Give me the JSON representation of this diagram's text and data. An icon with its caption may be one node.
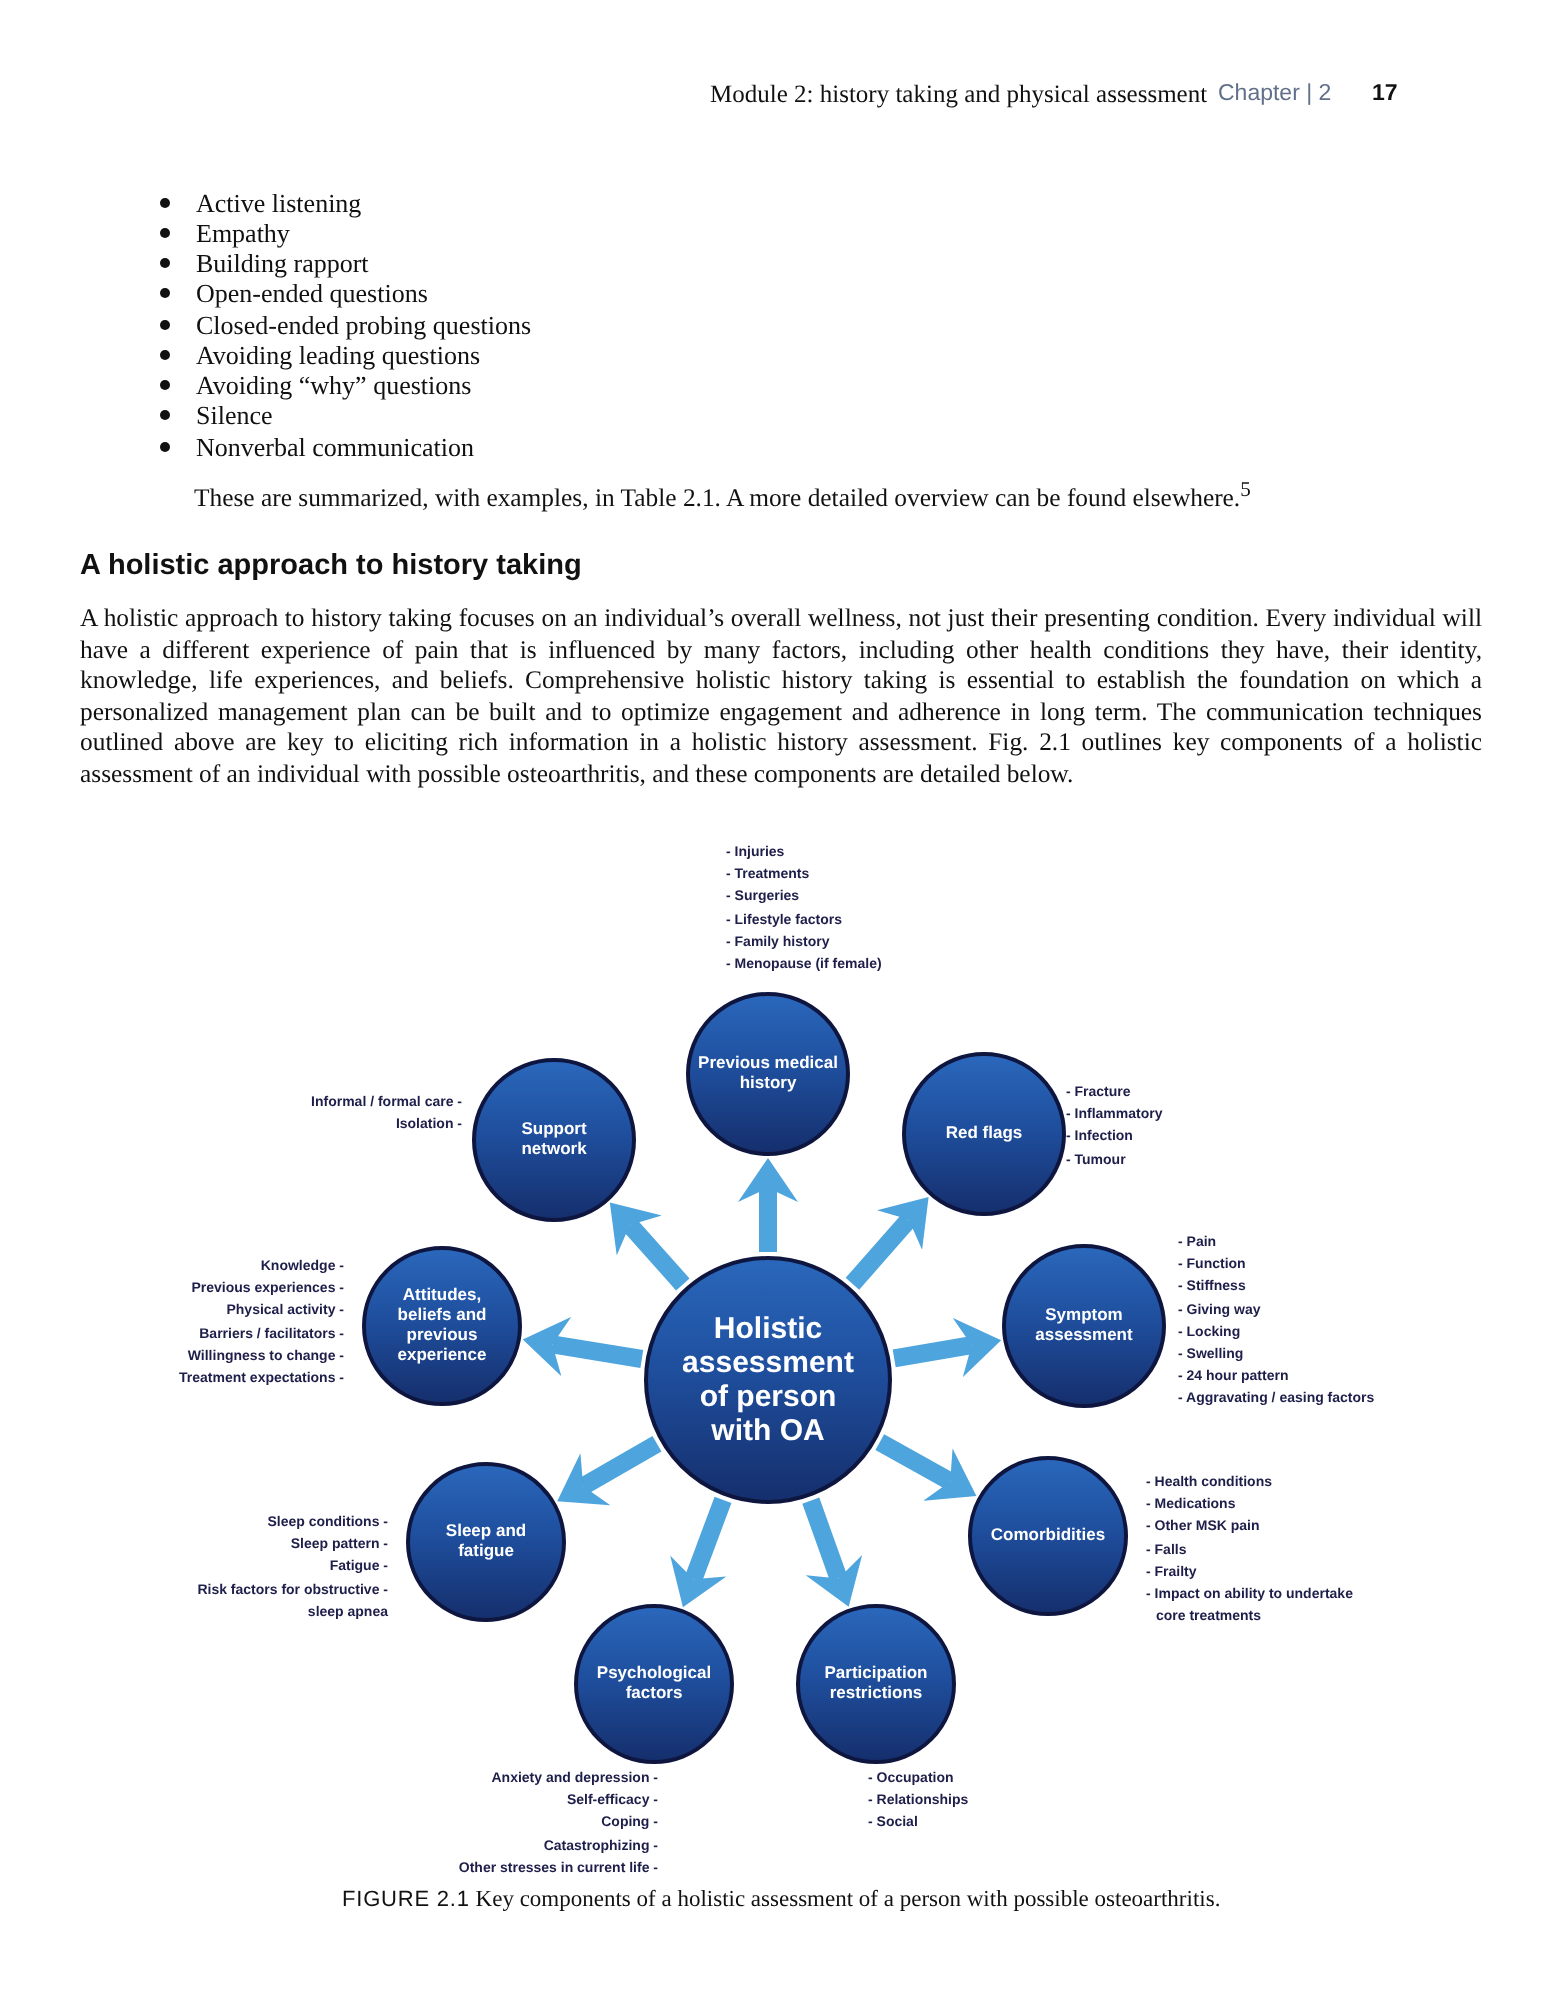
{
  "diagram": {
    "caption": "**FIGURE 2.1** Key components of a holistic assessment of a person with possible osteoarthritis.",
    "nodes": [
      {
        "text": [
          "Previous medical history"
        ],
        "beside": [
          "- Injuries",
          "- Treatments",
          "- Surgeries",
          "- Lifestyle factors",
          "- Family history",
          "- Menopause (if female)"
        ]
      },
      {
        "text": [
          "Support network"
        ],
        "beside": [
          "Informal / formal care -",
          "Isolation -"
        ]
      },
      {
        "text": [
          "Red flags"
        ],
        "beside": [
          "- Fracture",
          "- Inflammatory",
          "- Infection",
          "- Tumour"
        ]
      },
      {
        "text": [
          "Attitudes, beliefs and previous experience"
        ],
        "beside": [
          "Knowledge -",
          "Previous experiences -",
          "Physical activity -",
          "Barriers / facilitators -",
          "Willingness to change -",
          "Treatment expectations -"
        ]
      },
      {
        "text": [
          "Symptom assessment"
        ],
        "beside": [
          "- Pain",
          "- Function",
          "- Stiffness",
          "- Giving way",
          "- Locking",
          "- Swelling",
          "- 24 hour pattern",
          "- Aggravating / easing factors"
        ]
      },
      {
        "text": [
          "Holistic assessment of person with OA"
        ]
      },
      {
        "text": [
          "Sleep and fatigue"
        ],
        "beside": [
          "Sleep conditions -",
          "Sleep pattern -",
          "Fatigue -",
          "Risk factors for obstructive - sleep apnea"
        ]
      },
      {
        "text": [
          "Comorbidities"
        ],
        "beside": [
          "- Health conditions",
          "- Medications",
          "- Other MSK pain",
          "- Falls",
          "- Frailty",
          "- Impact on ability to undertake core treatments"
        ]
      },
      {
        "text": [
          "Psychological factors"
        ],
        "beside": [
          "Anxiety and depression -",
          "Self-efficacy -",
          "Coping -",
          "Catastrophizing -",
          "Other stresses in current life -"
        ]
      },
      {
        "text": [
          "Participation restrictions"
        ],
        "beside": [
          "- Occupation",
          "- Relationships",
          "- Social"
        ]
      }
    ],
    "edges": [
      {
        "from": 5,
        "to": 0,
        "arrow": "to"
      },
      {
        "from": 5,
        "to": 1,
        "arrow": "to"
      },
      {
        "from": 5,
        "to": 2,
        "arrow": "to"
      },
      {
        "from": 5,
        "to": 3,
        "arrow": "to"
      },
      {
        "from": 5,
        "to": 4,
        "arrow": "to"
      },
      {
        "from": 5,
        "to": 6,
        "arrow": "to"
      },
      {
        "from": 5,
        "to": 7,
        "arrow": "to"
      },
      {
        "from": 5,
        "to": 8,
        "arrow": "to"
      },
      {
        "from": 5,
        "to": 9,
        "arrow": "to"
      }
    ],
    "labels": [
      "Module 2: history taking and physical assessment",
      "Chapter | 2",
      "17",
      "Active listening",
      "Empathy",
      "Building rapport",
      "Open-ended questions",
      "Closed-ended probing questions",
      "Avoiding leading questions",
      "Avoiding “why” questions",
      "Silence",
      "Nonverbal communication",
      "These are summarized, with examples, in Table 2.1. A more detailed overview can be found elsewhere.$^{5}$",
      "A holistic approach to history taking",
      "A holistic approach to history taking focuses on an individual’s overall wellness, not just their presenting condition. Every individual will have a different experience of pain that is influenced by many factors, including other health conditions they have, their identity, knowledge, life experiences, and beliefs. Comprehensive holistic history taking is essential to establish the foundation on which a personalized management plan can be built and to optimize engagement and adherence in long term. The communication techniques outlined above are key to eliciting rich information in a holistic history assessment. Fig. 2.1 outlines key components of a holistic assessment of an individual with possible osteoarthritis, and these components are detailed below."
    ]
  }
}
